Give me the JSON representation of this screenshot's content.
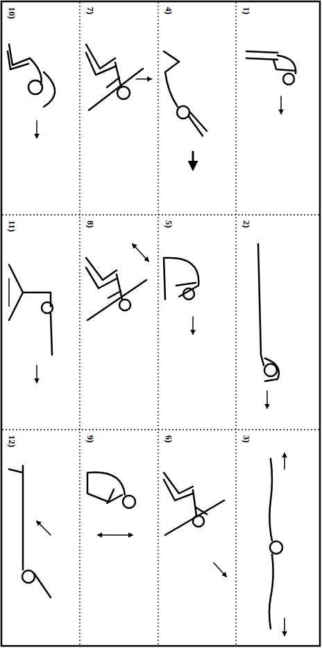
{
  "diagram": {
    "labels": [
      "1)",
      "2)",
      "3)",
      "4)",
      "5)",
      "6)",
      "7)",
      "8)",
      "9)",
      "10)",
      "11)",
      "12)"
    ]
  }
}
